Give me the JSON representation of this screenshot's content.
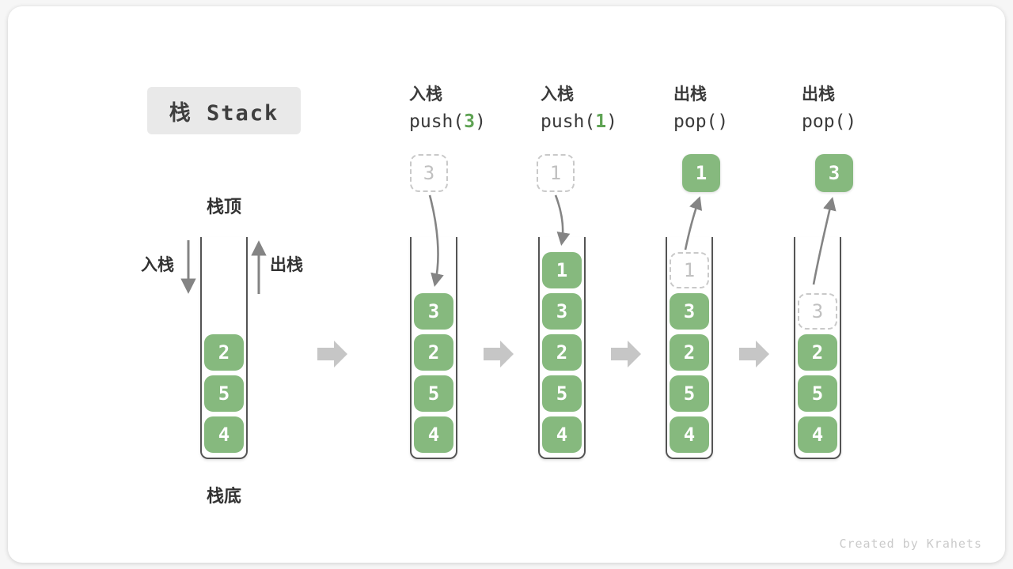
{
  "title": "栈 Stack",
  "labels": {
    "stack_top": "栈顶",
    "stack_bottom": "栈底",
    "push_side": "入栈",
    "pop_side": "出栈"
  },
  "watermark": "Created by Krahets",
  "colors": {
    "cell_green": "#86b97e",
    "code_arg_green": "#5fa354",
    "ghost_gray": "#c9c9c9",
    "ghost_text": "#c0c0c0",
    "curve_arrow_gray": "#848484",
    "big_arrow_gray": "#c6c6c6",
    "title_bg": "#e9e9e9",
    "text_dark": "#3a3a3a"
  },
  "columns": [
    {
      "id": "initial",
      "cells": [
        "2",
        "5",
        "4"
      ]
    },
    {
      "id": "push-3",
      "header": {
        "op": "入栈",
        "code_pre": "push(",
        "code_arg": "3",
        "code_post": ")"
      },
      "floating": "3",
      "cells": [
        "3",
        "2",
        "5",
        "4"
      ]
    },
    {
      "id": "push-1",
      "header": {
        "op": "入栈",
        "code_pre": "push(",
        "code_arg": "1",
        "code_post": ")"
      },
      "floating": "1",
      "cells": [
        "1",
        "3",
        "2",
        "5",
        "4"
      ]
    },
    {
      "id": "pop-1",
      "header": {
        "op": "出栈",
        "code_pre": "pop()",
        "code_arg": "",
        "code_post": ""
      },
      "floating": "1",
      "cells": [
        "1",
        "3",
        "2",
        "5",
        "4"
      ]
    },
    {
      "id": "pop-3",
      "header": {
        "op": "出栈",
        "code_pre": "pop()",
        "code_arg": "",
        "code_post": ""
      },
      "floating": "3",
      "cells": [
        "3",
        "2",
        "5",
        "4"
      ]
    }
  ]
}
